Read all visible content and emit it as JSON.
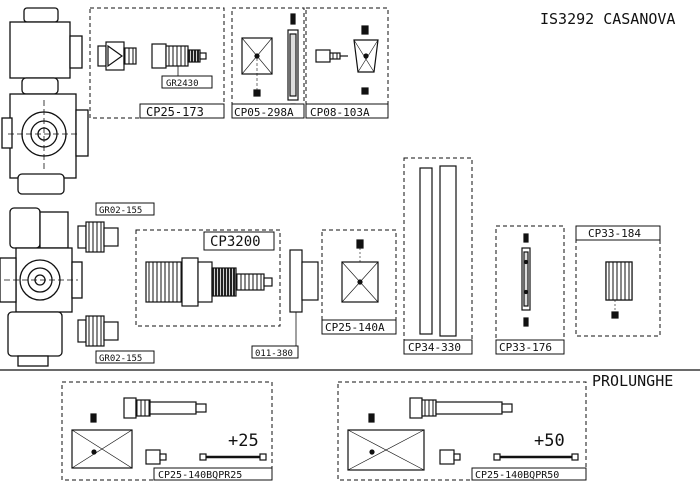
{
  "header": {
    "model": "IS3292 CASANOVA"
  },
  "section_extensions": {
    "title": "PROLUNGHE"
  },
  "parts": {
    "cp25_173": "CP25-173",
    "gr2430": "GR2430",
    "cp05_298a": "CP05-298A",
    "cp08_103a": "CP08-103A",
    "gr02_155_top": "GR02-155",
    "gr02_155_bottom": "GR02-155",
    "cp3200": "CP3200",
    "p011_380": "011-380",
    "cp25_140a": "CP25-140A",
    "cp34_330": "CP34-330",
    "cp33_176": "CP33-176",
    "cp33_184": "CP33-184",
    "ext25_label": "+25",
    "ext25_code": "CP25-140BQPR25",
    "ext50_label": "+50",
    "ext50_code": "CP25-140BQPR50"
  }
}
